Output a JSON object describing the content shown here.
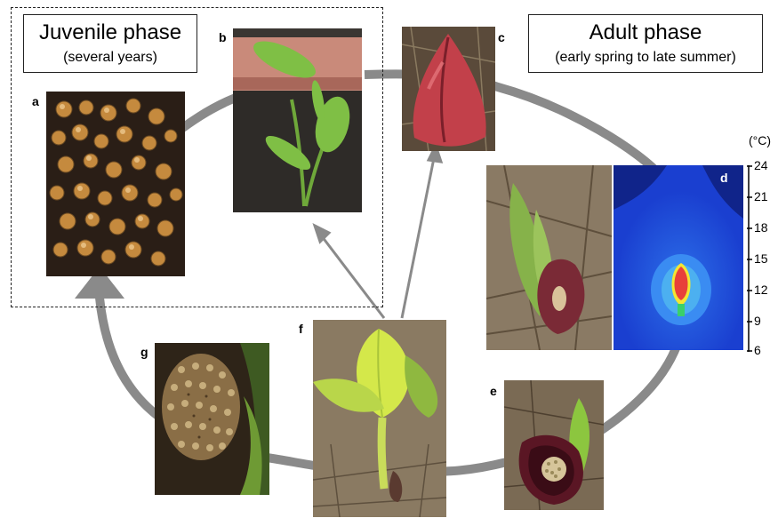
{
  "juvenile": {
    "title": "Juvenile phase",
    "subtitle": "(several years)"
  },
  "adult": {
    "title": "Adult phase",
    "subtitle": "(early spring to late summer)"
  },
  "panels": {
    "a": "a",
    "b": "b",
    "c": "c",
    "d": "d",
    "e": "e",
    "f": "f",
    "g": "g"
  },
  "temperature_scale": {
    "unit": "(°C)",
    "ticks": [
      "24",
      "21",
      "18",
      "15",
      "12",
      "9",
      "6"
    ]
  },
  "colors": {
    "cycle_arrow": "#8a8a8a",
    "thermal_background": "#1a3fd0",
    "hot_spot": "#e8403a",
    "spathe": "#6b1f2a",
    "leaf": "#8cc63f"
  }
}
